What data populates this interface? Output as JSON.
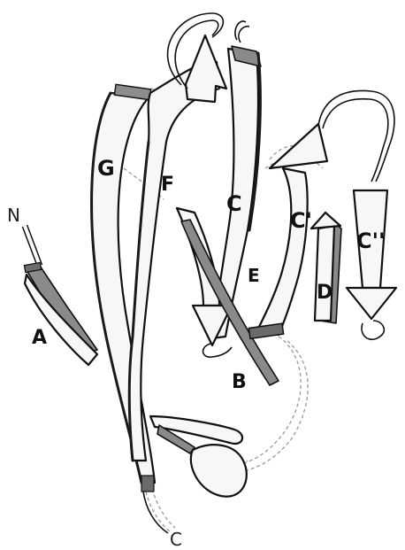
{
  "figure": {
    "labels": {
      "N": "N",
      "A": "A",
      "B": "B",
      "C": "C",
      "C_prime": "C'",
      "C_double_prime": "C''",
      "D": "D",
      "E": "E",
      "F": "F",
      "G": "G",
      "C_terminus": "C"
    }
  },
  "colors": {
    "strand_fill": "#f7f7f7",
    "strand_outline": "#111111",
    "strand_shadow": "#8a8a8a",
    "dashed_loop": "#9a9a9a"
  }
}
